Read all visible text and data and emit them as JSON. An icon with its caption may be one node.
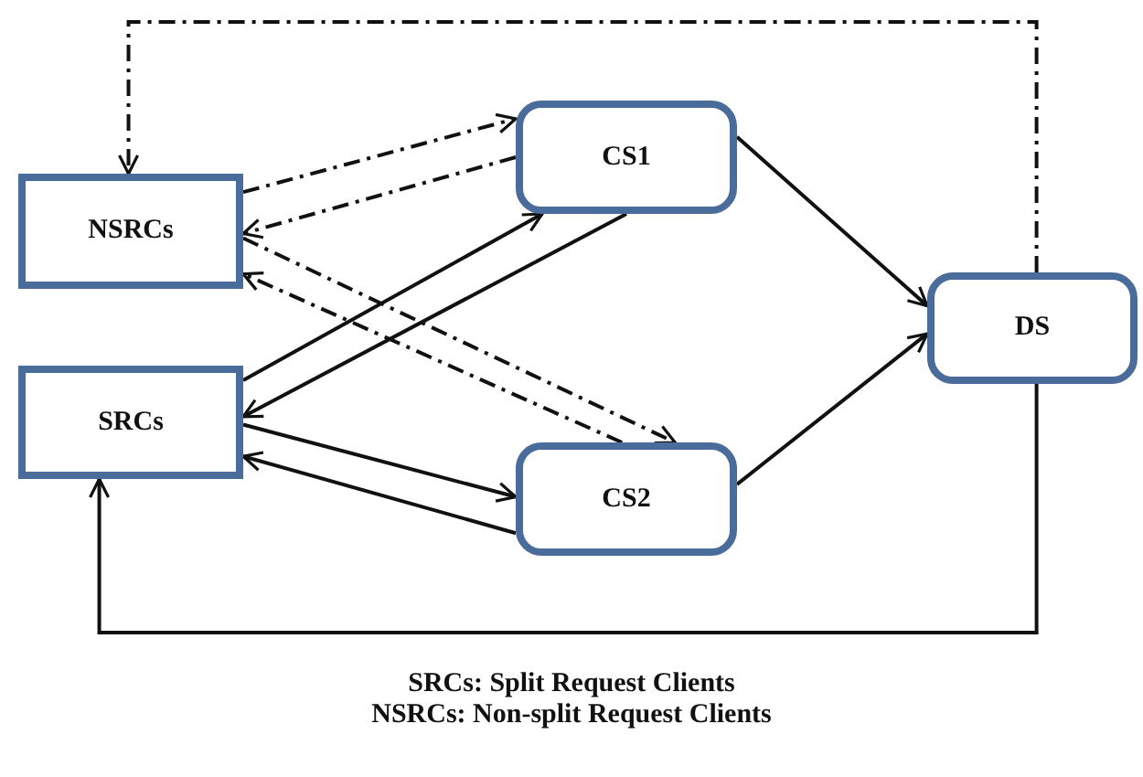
{
  "diagram": {
    "nodes": [
      {
        "text": [
          "NSRCs"
        ]
      },
      {
        "text": [
          "SRCs"
        ]
      },
      {
        "text": [
          "CS1"
        ]
      },
      {
        "text": [
          "CS2"
        ]
      },
      {
        "text": [
          "DS"
        ]
      }
    ],
    "edges": [
      {
        "from": 0,
        "to": 2,
        "arrow": "to",
        "style": "dashed"
      },
      {
        "from": 2,
        "to": 0,
        "arrow": "to",
        "style": "dashed"
      },
      {
        "from": 0,
        "to": 3,
        "arrow": "to",
        "style": "dashed"
      },
      {
        "from": 3,
        "to": 0,
        "arrow": "to",
        "style": "dashed"
      },
      {
        "from": 1,
        "to": 2,
        "arrow": "to"
      },
      {
        "from": 2,
        "to": 1,
        "arrow": "to"
      },
      {
        "from": 1,
        "to": 3,
        "arrow": "to"
      },
      {
        "from": 3,
        "to": 1,
        "arrow": "to"
      },
      {
        "from": 2,
        "to": 4,
        "arrow": "to"
      },
      {
        "from": 3,
        "to": 4,
        "arrow": "to"
      },
      {
        "from": 4,
        "to": 0,
        "arrow": "to",
        "style": "dashed"
      },
      {
        "from": 4,
        "to": 1,
        "arrow": "to"
      }
    ],
    "labels": [
      "SRCs: Split Request Clients",
      "NSRCs: Non-split Request Clients"
    ]
  }
}
